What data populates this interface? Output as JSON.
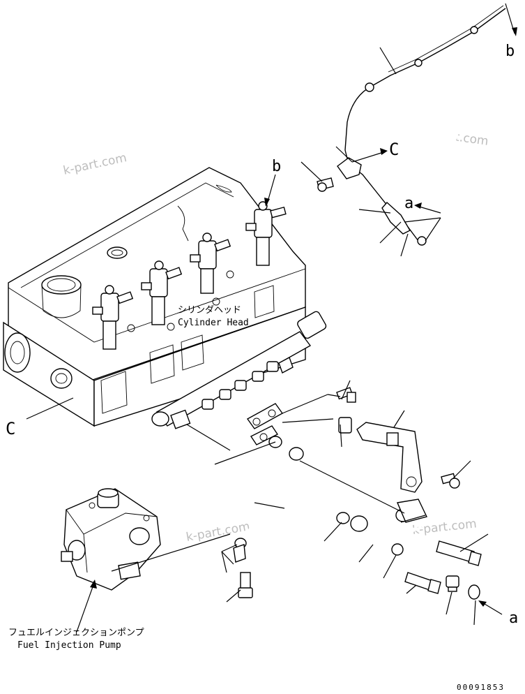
{
  "labels": {
    "b_top": "b",
    "b_mid": "b",
    "c_right": "C",
    "c_left": "C",
    "a_top": "a",
    "a_bottom": "a"
  },
  "cylinder_head": {
    "jp": "シリンダヘッド",
    "en": "Cylinder Head"
  },
  "fuel_pump": {
    "jp": "フュエルインジェクションポンプ",
    "en": "Fuel Injection Pump"
  },
  "watermarks": [
    "k-part.com",
    "k-part.com",
    "k-part.com",
    "k-part.com"
  ],
  "drawing_number": "00091853"
}
